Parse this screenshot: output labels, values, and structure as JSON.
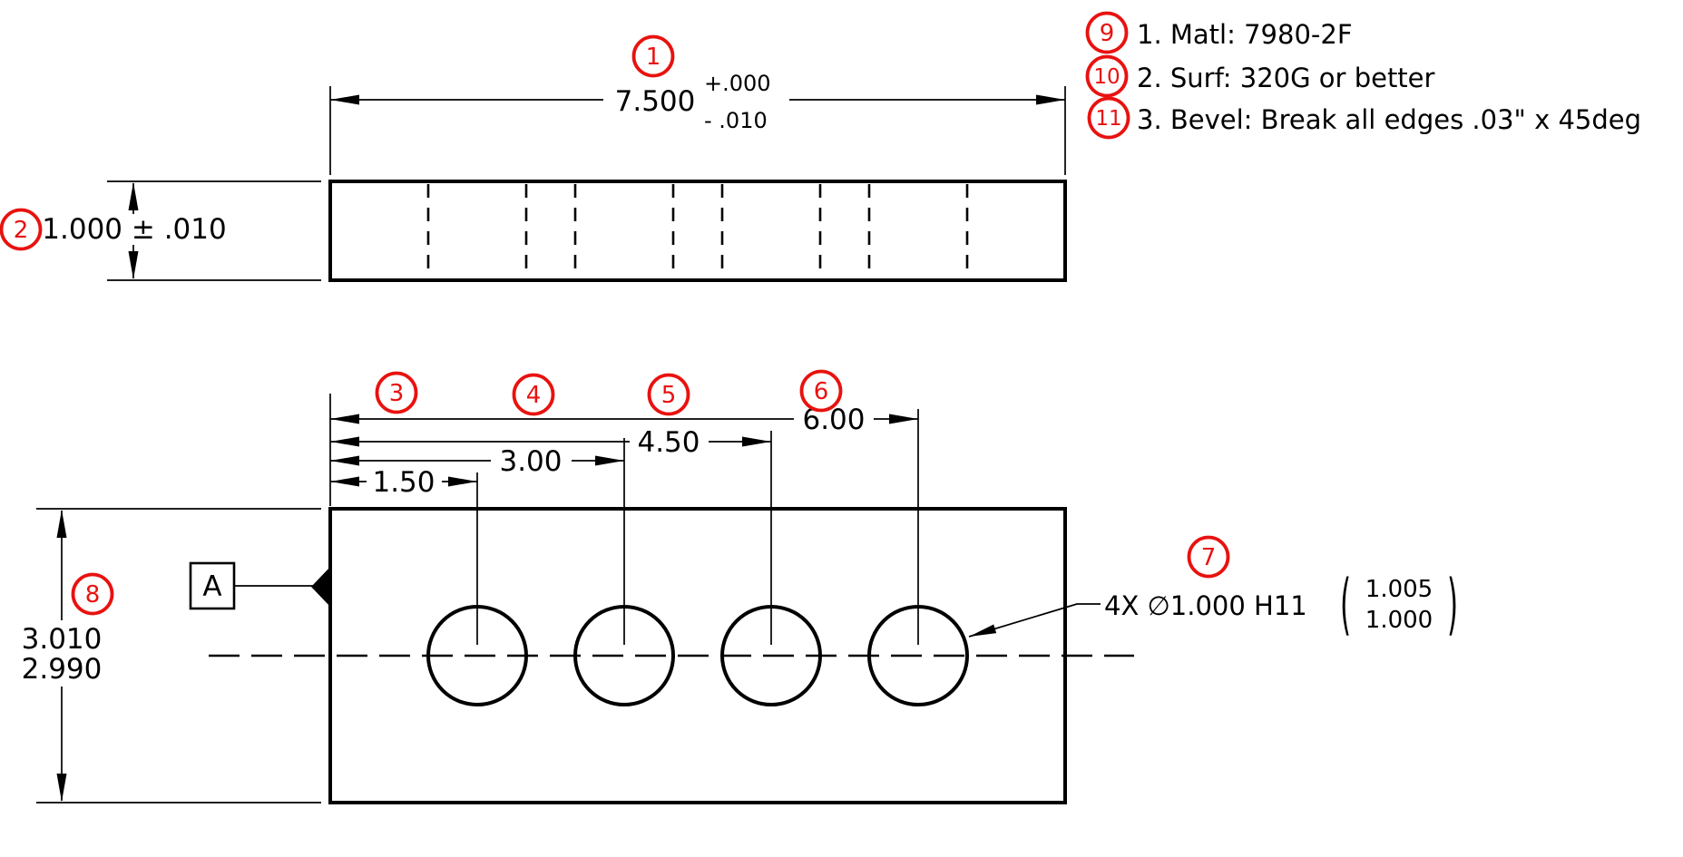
{
  "drawing_type": "engineering-drawing",
  "colors": {
    "balloon_red": "#e8120f",
    "line_black": "#000000",
    "background": "#ffffff"
  },
  "balloons": {
    "b1": "1",
    "b2": "2",
    "b3": "3",
    "b4": "4",
    "b5": "5",
    "b6": "6",
    "b7": "7",
    "b8": "8",
    "b9": "9",
    "b10": "10",
    "b11": "11"
  },
  "dims": {
    "overall_length": {
      "value": "7.500",
      "tol_upper": "+.000",
      "tol_lower": "- .010"
    },
    "thickness": {
      "value": "1.000 ± .010"
    },
    "spacing": [
      "1.50",
      "3.00",
      "4.50",
      "6.00"
    ],
    "height": {
      "upper": "3.010",
      "lower": "2.990"
    },
    "hole_callout": {
      "text": "4X ∅1.000 H11",
      "paren_open": "(",
      "limit_upper": "1.005",
      "limit_lower": "1.000",
      "paren_close": ")"
    }
  },
  "datum": {
    "label": "A"
  },
  "notes": [
    "1. Matl: 7980-2F",
    "2. Surf: 320G or better",
    "3. Bevel: Break all edges .03\" x 45deg"
  ]
}
